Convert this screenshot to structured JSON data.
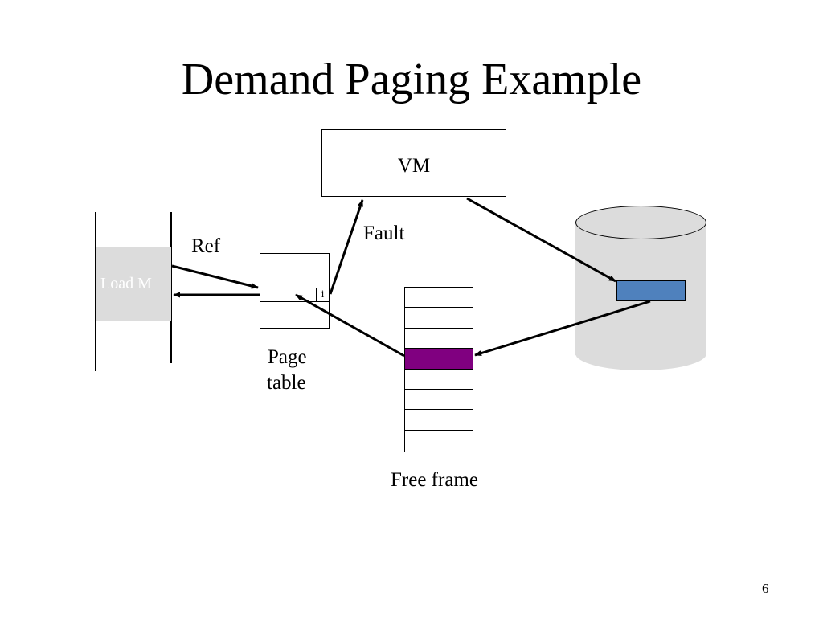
{
  "slide": {
    "title": "Demand Paging Example",
    "page_number": "6"
  },
  "diagram": {
    "vm_label": "VM",
    "instruction": "Load M",
    "ref_label": "Ref",
    "fault_label": "Fault",
    "valid_bit": "i",
    "page_table_label_line1": "Page",
    "page_table_label_line2": "table",
    "free_frame_label": "Free frame",
    "frame_count": 8,
    "highlighted_frame_index": 3
  },
  "colors": {
    "free_frame_fill": "#800080",
    "disk_page_fill": "#4f81bd",
    "disk_fill": "#dcdcdc",
    "program_fill": "#dcdcdc"
  }
}
